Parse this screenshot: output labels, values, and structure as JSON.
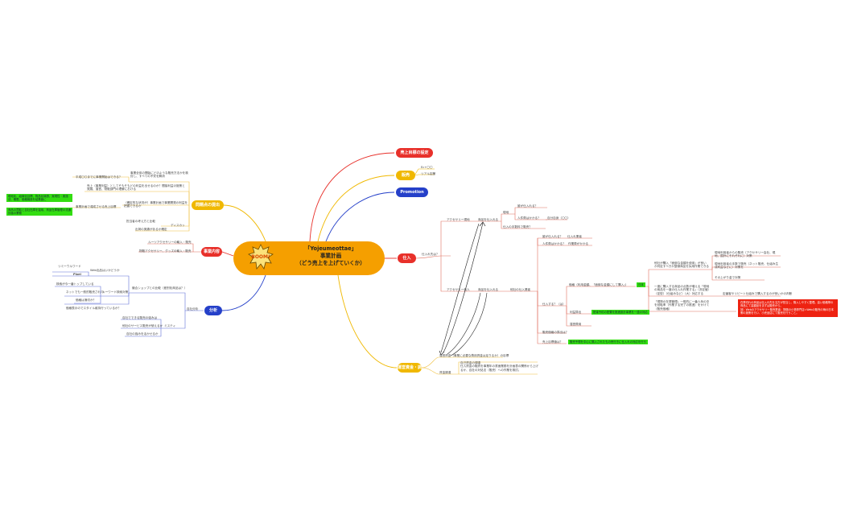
{
  "central": {
    "title": "「Yojeumeottae」\n事業計画\n（どう売上を上げていくか）",
    "badge": "BOOM!"
  },
  "colors": {
    "red": "#e8302a",
    "yellow": "#f0b800",
    "blue": "#2540c9",
    "orange": "#f59f00",
    "green": "#33dd11"
  },
  "topics": {
    "sales_target": "売上目標の設定",
    "sales": "販売",
    "promotion": "Promotion",
    "purchase": "仕入",
    "funding": "運営資金・調達",
    "analysis": "分析",
    "problem": "問題点の提出",
    "business": "事業内容"
  },
  "sales": {
    "ec": "Ec+〇〇",
    "store": "リアル店舗"
  },
  "purchase": {
    "how": "仕入れ先は？",
    "acc_local": "アクセサリー現地",
    "where_buy1": "商品を仕入れる",
    "local": "現地",
    "who1": "誰が仕入れる？",
    "cost1": "人件費はかかる？",
    "own_self": "自分自身（〇〇）",
    "fee": "仕入の手数料で販売？",
    "acc_other": "アクセサリー他人",
    "where_buy2": "商品を仕入れる",
    "other_merch": "他社の仕入業者",
    "who2": "誰が仕入れる？",
    "who2_answer": "仕入れ業者",
    "cost2": "人件費はかかる？",
    "cost2_answer": "作業費がかかる",
    "buy_up": "仕入する？（は）",
    "price_label": "価格（利用金額、「面倒な金額にして購入」）",
    "price_tag": "日本",
    "rule1": "他社が購入「面倒な金額を使用」が良いか判定すべきか整頓商品を採用作業できる",
    "opt1": "現地利用者からの販売（アクセサリー会社、現地、国外にそれぞれに）対策",
    "opt2": "現地利用者の手数で販売（ネット販売、仕組み生成利益などに）対策を",
    "opt3": "その上がり金で対策",
    "rule2": "一度に購入する商品の点数が増える「現地の商品を一度の仕入れ作業する」（決定値）（定型）（仕組みなど）（大）対応する",
    "note1": "定番客やリピート仕組みで購入するのが良いかの判断",
    "rule3": "「現物の在庫管理」一般的に一番人気の中を回転率（作業する完了の推進）をかけて（販売価格）",
    "redbox": "在庫切れの商品は仕入れ先を当方が担当し、購入しやすく整理。高い価格帯の商品にて高額品をまずは販売から。\n回）Webのアクセサリー販売業者：物販の小物専門店=Webの販売の柄の日本側の施策を行い、小売品店にて販売を行うこと。",
    "cost3": "利益算出",
    "cost3_green": "配達予約の配置を推進設計事業を一連の対応",
    "cost4": "運営費用",
    "check1": "販売価格の算出は？",
    "check2": "売上目標値は？",
    "check2_green": "販売予想を中心に購入されたもの売行きに仕入れの対応を行う"
  },
  "funding": {
    "item1": "運営資金（事業に必要な費用資金は足りるか）の目標",
    "label2": "資金調達",
    "item2": "自己資金の調達\n仕入資金の融資を事業年の書面業務を計画表の関係から上げるか、自社の対処法（販売）への作業を検討。"
  },
  "analysis": {
    "competitor": "競合ショップとの比較（差別化商品は？）",
    "kw": "リミーウルワード",
    "pixel": "Pixel",
    "web_site": "Web出品はいかどうか",
    "seo": "検索が今一番トップしている",
    "sns": "ネットでも一般的販売されて",
    "keyword": "キーワード検索対策",
    "price_q": "価格は適切か？",
    "sale_q": "価格表示のでスタイル維持行っているか？",
    "self": "自社分析",
    "s1": "自社でできる販売の強みは",
    "s2": "他社のサービス販売が使えるか",
    "s3": "自社の強みを活かせるか",
    "strength": "ミスティ"
  },
  "problem": {
    "p1": "事業全体の開始にどのような販売方法かを検討し、すべての不安を解消",
    "p1a": "平成〇〇までに事業開始はできる？",
    "p2": "売上（事業利益）としてそもそもどの利益を出せるのか？間接利益の施策と発展、運営、物販部門の理解における",
    "p3a": "事業計画で達成させる売上目標",
    "p3": "（確定的な状況が）事業計画で事業開発の利益を把握できるか",
    "green1": "現地化、組織化目標、物品化構想、実現性・実施法、期限、価格構造を結果値に",
    "green2": "商品の買取と自社在庫を運用、商品在庫管理の流通計画の業務",
    "p4": "担当者の考え方と比較",
    "p5": "出荷の実績があるか確定",
    "p6": "販売開始は何かできるか",
    "p4b": "ディスカッ"
  },
  "business": {
    "b1": "ルーツアクセサリーの輸入・販売",
    "b2": "物販アクセサリー、グッズの輸入・販売"
  }
}
